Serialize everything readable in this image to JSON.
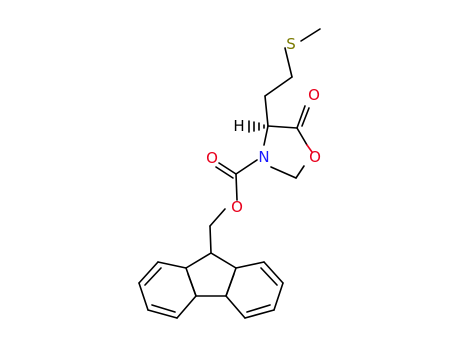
{
  "diagram": {
    "atoms": {
      "sulfur": {
        "symbol": "S",
        "color": "#7a7a00"
      },
      "carbonyl_oxygen_ring": {
        "symbol": "O",
        "color": "#e8001c"
      },
      "ring_oxygen": {
        "symbol": "O",
        "color": "#e8001c"
      },
      "nitrogen": {
        "symbol": "N",
        "color": "#1a1aff"
      },
      "carbamate_carbonyl_oxygen": {
        "symbol": "O",
        "color": "#e8001c"
      },
      "ester_oxygen": {
        "symbol": "O",
        "color": "#e8001c"
      },
      "stereo_hydrogen": {
        "symbol": "H",
        "color": "#000000"
      }
    }
  }
}
